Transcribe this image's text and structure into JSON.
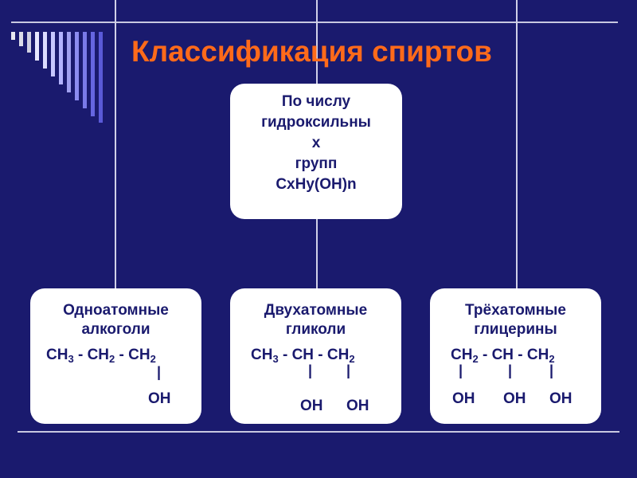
{
  "title": "Классификация спиртов",
  "center": {
    "line1": "По числу",
    "line2": "гидроксильны",
    "line3": "х",
    "line4": "групп",
    "line5": "CxHy(OH)n"
  },
  "boxes": [
    {
      "line1": "Одноатомные",
      "line2": "алкоголи",
      "formula": {
        "a": "CH",
        "a_sub": "3",
        "sep1": " - ",
        "b": "CH",
        "b_sub": "2",
        "sep2": " - ",
        "c": "CH",
        "c_sub": "2"
      },
      "bar": "|",
      "oh": [
        "OH"
      ]
    },
    {
      "line1": "Двухатомные",
      "line2": "гликоли",
      "formula": {
        "a": "CH",
        "a_sub": "3",
        "sep1": " - ",
        "b": "CH",
        "sep2": " - ",
        "c": "CH",
        "c_sub": "2"
      },
      "bar": "|",
      "oh": [
        "OH",
        "OH"
      ]
    },
    {
      "line1": "Трёхатомные",
      "line2": "глицерины",
      "formula": {
        "a": "CH",
        "a_sub": "2",
        "sep1": " - ",
        "b": "CH",
        "sep2": " - ",
        "c": "CH",
        "c_sub": "2"
      },
      "bar": "|",
      "oh": [
        "OH",
        "OH",
        "OH"
      ]
    }
  ]
}
